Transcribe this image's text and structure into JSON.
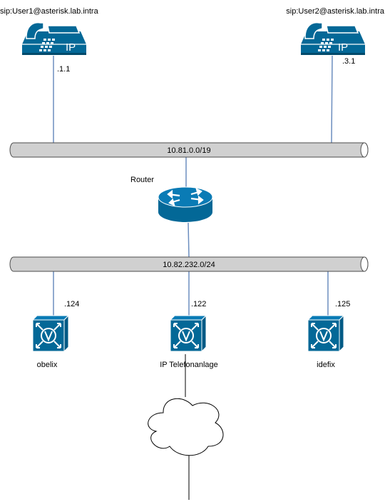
{
  "phones": [
    {
      "uri": "sip:User1@asterisk.lab.intra",
      "addr": ".1.1",
      "badge": "IP"
    },
    {
      "uri": "sip:User2@asterisk.lab.intra",
      "addr": ".3.1",
      "badge": "IP"
    }
  ],
  "networks": [
    {
      "cidr": "10.81.0.0/19"
    },
    {
      "cidr": "10.82.232.0/24"
    }
  ],
  "router": {
    "label": "Router"
  },
  "servers": [
    {
      "name": "obelix",
      "addr": ".124"
    },
    {
      "name": "IP Telefonanlage",
      "addr": ".122"
    },
    {
      "name": "idefix",
      "addr": ".125"
    }
  ],
  "icons": {
    "phone": "ip-phone-icon",
    "router": "router-icon",
    "server": "voice-gateway-icon",
    "cloud": "cloud-icon"
  },
  "colors": {
    "device_blue": "#036897",
    "link_line": "#6c8ebf",
    "bus_fill": "#d0d0d0",
    "bus_stroke": "#4d4d4d"
  }
}
